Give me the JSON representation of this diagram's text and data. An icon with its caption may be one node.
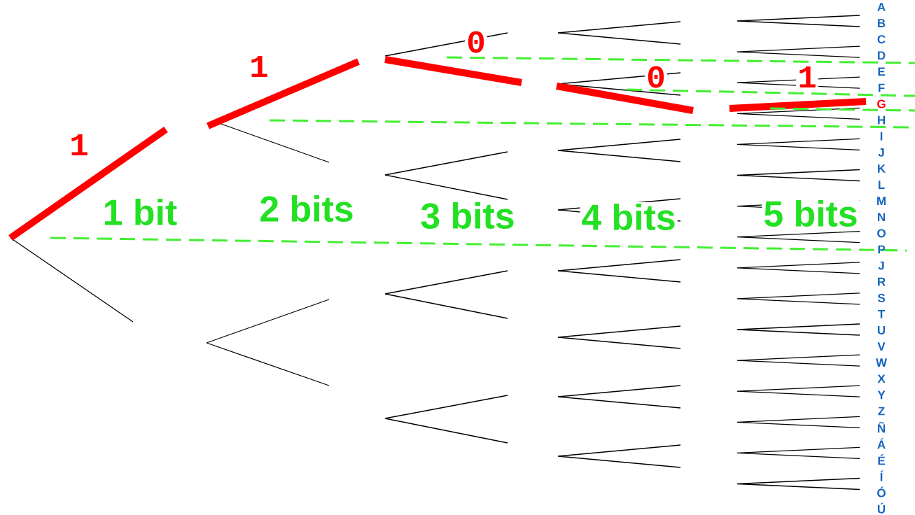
{
  "diagram": {
    "labels": [
      "1",
      "1",
      "0",
      "0",
      "1",
      "1 bit",
      "2 bits",
      "3 bits",
      "4 bits",
      "5 bits",
      "A",
      "B",
      "C",
      "D",
      "E",
      "F",
      "G",
      "H",
      "I",
      "J",
      "K",
      "L",
      "M",
      "N",
      "O",
      "P",
      "J",
      "R",
      "S",
      "T",
      "U",
      "V",
      "W",
      "X",
      "Y",
      "Z",
      "Ñ",
      "Á",
      "É",
      "Í",
      "Ó",
      "Ú"
    ]
  }
}
